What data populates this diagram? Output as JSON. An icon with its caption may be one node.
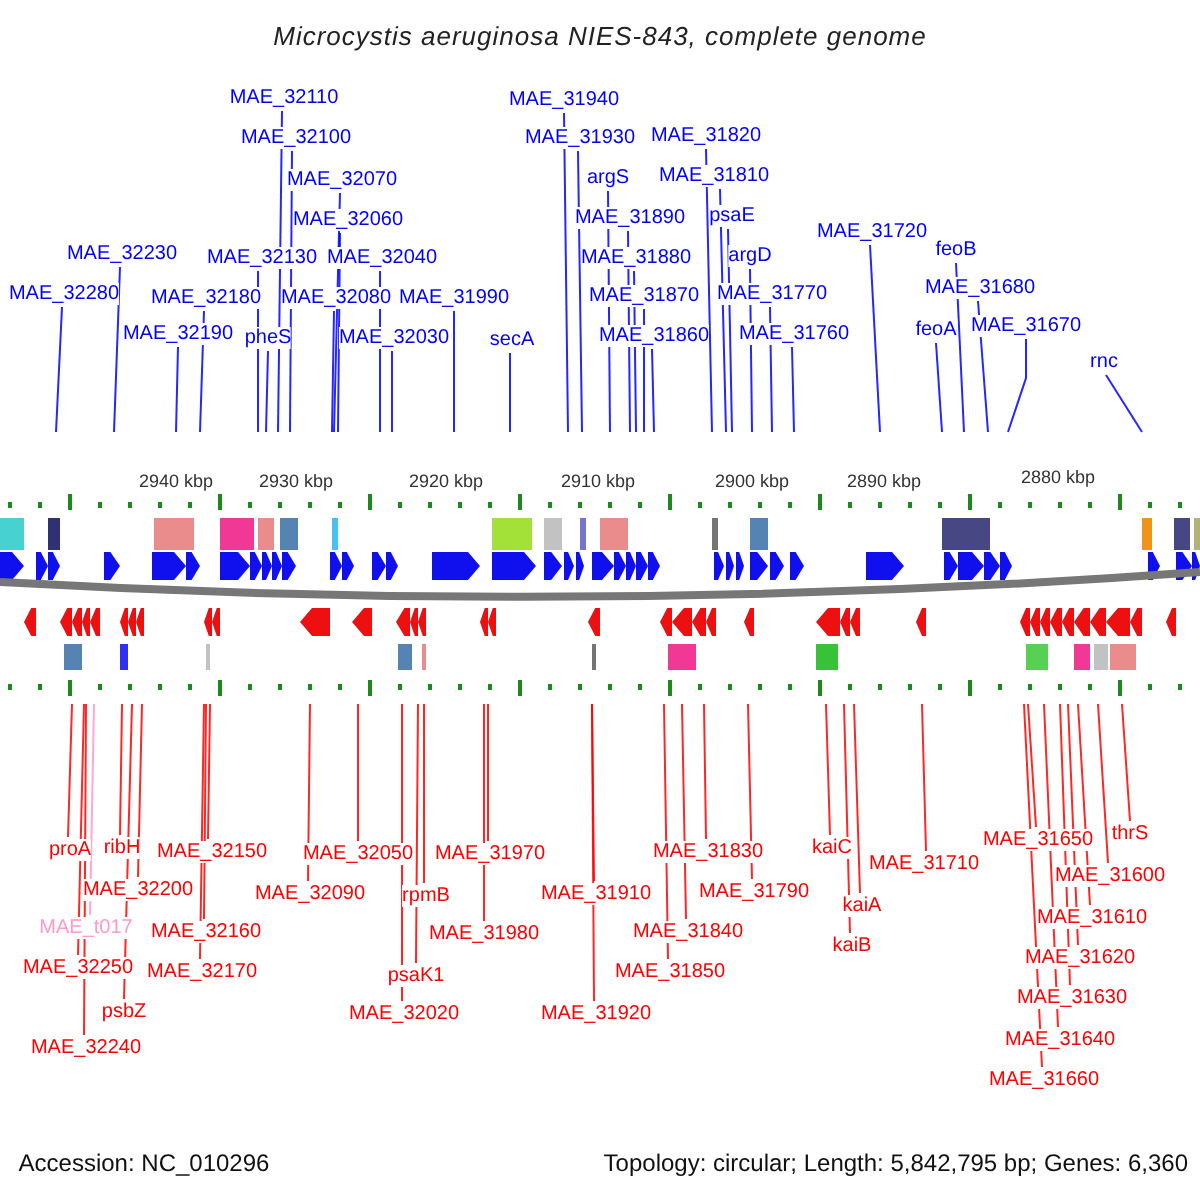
{
  "diagram": {
    "title": "Microcystis aeruginosa NIES-843, complete genome",
    "nodes": [
      {
        "text": [
          "MAE_32280"
        ]
      },
      {
        "text": [
          "MAE_32230"
        ]
      },
      {
        "text": [
          "MAE_32190"
        ]
      },
      {
        "text": [
          "MAE_32180"
        ]
      },
      {
        "text": [
          "MAE_32130"
        ]
      },
      {
        "text": [
          "pheS"
        ]
      },
      {
        "text": [
          "MAE_32110"
        ]
      },
      {
        "text": [
          "MAE_32100"
        ]
      },
      {
        "text": [
          "MAE_32070"
        ]
      },
      {
        "text": [
          "MAE_32060"
        ]
      },
      {
        "text": [
          "MAE_32080"
        ]
      },
      {
        "text": [
          "MAE_32040"
        ]
      },
      {
        "text": [
          "MAE_32030"
        ]
      },
      {
        "text": [
          "MAE_31990"
        ]
      },
      {
        "text": [
          "secA"
        ]
      },
      {
        "text": [
          "MAE_31940"
        ]
      },
      {
        "text": [
          "MAE_31930"
        ]
      },
      {
        "text": [
          "argS"
        ]
      },
      {
        "text": [
          "MAE_31890"
        ]
      },
      {
        "text": [
          "MAE_31880"
        ]
      },
      {
        "text": [
          "MAE_31870"
        ]
      },
      {
        "text": [
          "MAE_31860"
        ]
      },
      {
        "text": [
          "MAE_31820"
        ]
      },
      {
        "text": [
          "MAE_31810"
        ]
      },
      {
        "text": [
          "psaE"
        ]
      },
      {
        "text": [
          "argD"
        ]
      },
      {
        "text": [
          "MAE_31770"
        ]
      },
      {
        "text": [
          "MAE_31760"
        ]
      },
      {
        "text": [
          "MAE_31720"
        ]
      },
      {
        "text": [
          "feoB"
        ]
      },
      {
        "text": [
          "feoA"
        ]
      },
      {
        "text": [
          "MAE_31680"
        ]
      },
      {
        "text": [
          "MAE_31670"
        ]
      },
      {
        "text": [
          "rnc"
        ]
      },
      {
        "text": [
          "proA"
        ]
      },
      {
        "text": [
          "ribH"
        ]
      },
      {
        "text": [
          "MAE_32200"
        ]
      },
      {
        "text": [
          "MAE_t017"
        ]
      },
      {
        "text": [
          "MAE_32250"
        ]
      },
      {
        "text": [
          "psbZ"
        ]
      },
      {
        "text": [
          "MAE_32240"
        ]
      },
      {
        "text": [
          "MAE_32150"
        ]
      },
      {
        "text": [
          "MAE_32160"
        ]
      },
      {
        "text": [
          "MAE_32170"
        ]
      },
      {
        "text": [
          "MAE_32090"
        ]
      },
      {
        "text": [
          "MAE_32050"
        ]
      },
      {
        "text": [
          "rpmB"
        ]
      },
      {
        "text": [
          "psaK1"
        ]
      },
      {
        "text": [
          "MAE_32020"
        ]
      },
      {
        "text": [
          "MAE_31970"
        ]
      },
      {
        "text": [
          "MAE_31980"
        ]
      },
      {
        "text": [
          "MAE_31910"
        ]
      },
      {
        "text": [
          "MAE_31920"
        ]
      },
      {
        "text": [
          "MAE_31830"
        ]
      },
      {
        "text": [
          "MAE_31840"
        ]
      },
      {
        "text": [
          "MAE_31850"
        ]
      },
      {
        "text": [
          "MAE_31790"
        ]
      },
      {
        "text": [
          "kaiC"
        ]
      },
      {
        "text": [
          "kaiA"
        ]
      },
      {
        "text": [
          "kaiB"
        ]
      },
      {
        "text": [
          "MAE_31710"
        ]
      },
      {
        "text": [
          "MAE_31650"
        ]
      },
      {
        "text": [
          "thrS"
        ]
      },
      {
        "text": [
          "MAE_31600"
        ]
      },
      {
        "text": [
          "MAE_31610"
        ]
      },
      {
        "text": [
          "MAE_31620"
        ]
      },
      {
        "text": [
          "MAE_31630"
        ]
      },
      {
        "text": [
          "MAE_31640"
        ]
      },
      {
        "text": [
          "MAE_31660"
        ]
      }
    ],
    "edges": [
      {
        "from": 0,
        "to": null,
        "arrow": "none",
        "color": "#0000ff"
      },
      {
        "from": 1,
        "to": null,
        "arrow": "none",
        "color": "#0000ff"
      },
      {
        "from": 2,
        "to": null,
        "arrow": "none",
        "color": "#0000ff"
      },
      {
        "from": 3,
        "to": null,
        "arrow": "none",
        "color": "#0000ff"
      },
      {
        "from": 4,
        "to": null,
        "arrow": "none",
        "color": "#0000ff"
      },
      {
        "from": 5,
        "to": null,
        "arrow": "none",
        "color": "#0000ff"
      },
      {
        "from": 6,
        "to": null,
        "arrow": "none",
        "color": "#0000ff"
      },
      {
        "from": 7,
        "to": null,
        "arrow": "none",
        "color": "#0000ff"
      },
      {
        "from": 8,
        "to": null,
        "arrow": "none",
        "color": "#0000ff"
      },
      {
        "from": 9,
        "to": null,
        "arrow": "none",
        "color": "#0000ff"
      },
      {
        "from": 10,
        "to": null,
        "arrow": "none",
        "color": "#0000ff"
      },
      {
        "from": 11,
        "to": null,
        "arrow": "none",
        "color": "#0000ff"
      },
      {
        "from": 12,
        "to": null,
        "arrow": "none",
        "color": "#0000ff"
      },
      {
        "from": 13,
        "to": null,
        "arrow": "none",
        "color": "#0000ff"
      },
      {
        "from": 14,
        "to": null,
        "arrow": "none",
        "color": "#0000ff"
      },
      {
        "from": 15,
        "to": null,
        "arrow": "none",
        "color": "#0000ff"
      },
      {
        "from": 16,
        "to": null,
        "arrow": "none",
        "color": "#0000ff"
      },
      {
        "from": 17,
        "to": null,
        "arrow": "none",
        "color": "#0000ff"
      },
      {
        "from": 18,
        "to": null,
        "arrow": "none",
        "color": "#0000ff"
      },
      {
        "from": 19,
        "to": null,
        "arrow": "none",
        "color": "#0000ff"
      },
      {
        "from": 20,
        "to": null,
        "arrow": "none",
        "color": "#0000ff"
      },
      {
        "from": 21,
        "to": null,
        "arrow": "none",
        "color": "#0000ff"
      },
      {
        "from": 22,
        "to": null,
        "arrow": "none",
        "color": "#0000ff"
      },
      {
        "from": 23,
        "to": null,
        "arrow": "none",
        "color": "#0000ff"
      },
      {
        "from": 24,
        "to": null,
        "arrow": "none",
        "color": "#0000ff"
      },
      {
        "from": 25,
        "to": null,
        "arrow": "none",
        "color": "#0000ff"
      },
      {
        "from": 26,
        "to": null,
        "arrow": "none",
        "color": "#0000ff"
      },
      {
        "from": 27,
        "to": null,
        "arrow": "none",
        "color": "#0000ff"
      },
      {
        "from": 28,
        "to": null,
        "arrow": "none",
        "color": "#0000ff"
      },
      {
        "from": 29,
        "to": null,
        "arrow": "none",
        "color": "#0000ff"
      },
      {
        "from": 30,
        "to": null,
        "arrow": "none",
        "color": "#0000ff"
      },
      {
        "from": 31,
        "to": null,
        "arrow": "none",
        "color": "#0000ff"
      },
      {
        "from": 32,
        "to": null,
        "arrow": "none",
        "color": "#0000ff"
      },
      {
        "from": 33,
        "to": null,
        "arrow": "none",
        "color": "#0000ff"
      },
      {
        "from": 34,
        "to": null,
        "arrow": "none",
        "color": "#ff0000"
      },
      {
        "from": 35,
        "to": null,
        "arrow": "none",
        "color": "#ff0000"
      },
      {
        "from": 36,
        "to": null,
        "arrow": "none",
        "color": "#ff0000"
      },
      {
        "from": 37,
        "to": null,
        "arrow": "none",
        "color": "#ff99cc"
      },
      {
        "from": 38,
        "to": null,
        "arrow": "none",
        "color": "#ff0000"
      },
      {
        "from": 39,
        "to": null,
        "arrow": "none",
        "color": "#ff0000"
      },
      {
        "from": 40,
        "to": null,
        "arrow": "none",
        "color": "#ff0000"
      },
      {
        "from": 41,
        "to": null,
        "arrow": "none",
        "color": "#ff0000"
      },
      {
        "from": 42,
        "to": null,
        "arrow": "none",
        "color": "#ff0000"
      },
      {
        "from": 43,
        "to": null,
        "arrow": "none",
        "color": "#ff0000"
      },
      {
        "from": 44,
        "to": null,
        "arrow": "none",
        "color": "#ff0000"
      },
      {
        "from": 45,
        "to": null,
        "arrow": "none",
        "color": "#ff0000"
      },
      {
        "from": 46,
        "to": null,
        "arrow": "none",
        "color": "#ff0000"
      },
      {
        "from": 47,
        "to": null,
        "arrow": "none",
        "color": "#ff0000"
      },
      {
        "from": 48,
        "to": null,
        "arrow": "none",
        "color": "#ff0000"
      },
      {
        "from": 49,
        "to": null,
        "arrow": "none",
        "color": "#ff0000"
      },
      {
        "from": 50,
        "to": null,
        "arrow": "none",
        "color": "#ff0000"
      },
      {
        "from": 51,
        "to": null,
        "arrow": "none",
        "color": "#ff0000"
      },
      {
        "from": 52,
        "to": null,
        "arrow": "none",
        "color": "#ff0000"
      },
      {
        "from": 53,
        "to": null,
        "arrow": "none",
        "color": "#ff0000"
      },
      {
        "from": 54,
        "to": null,
        "arrow": "none",
        "color": "#ff0000"
      },
      {
        "from": 55,
        "to": null,
        "arrow": "none",
        "color": "#ff0000"
      },
      {
        "from": 56,
        "to": null,
        "arrow": "none",
        "color": "#ff0000"
      },
      {
        "from": 57,
        "to": null,
        "arrow": "none",
        "color": "#ff0000"
      },
      {
        "from": 58,
        "to": null,
        "arrow": "none",
        "color": "#ff0000"
      },
      {
        "from": 59,
        "to": null,
        "arrow": "none",
        "color": "#ff0000"
      },
      {
        "from": 60,
        "to": null,
        "arrow": "none",
        "color": "#ff0000"
      },
      {
        "from": 61,
        "to": null,
        "arrow": "none",
        "color": "#ff0000"
      },
      {
        "from": 62,
        "to": null,
        "arrow": "none",
        "color": "#ff0000"
      },
      {
        "from": 63,
        "to": null,
        "arrow": "none",
        "color": "#ff0000"
      },
      {
        "from": 64,
        "to": null,
        "arrow": "none",
        "color": "#ff0000"
      },
      {
        "from": 65,
        "to": null,
        "arrow": "none",
        "color": "#ff0000"
      },
      {
        "from": 66,
        "to": null,
        "arrow": "none",
        "color": "#ff0000"
      },
      {
        "from": 67,
        "to": null,
        "arrow": "none",
        "color": "#ff0000"
      },
      {
        "from": 68,
        "to": null,
        "arrow": "none",
        "color": "#ff0000"
      }
    ],
    "labels": [
      "2940 kbp",
      "2930 kbp",
      "2920 kbp",
      "2910 kbp",
      "2900 kbp",
      "2890 kbp",
      "2880 kbp",
      "Accession: NC_010296",
      "Topology: circular; Length: 5,842,795 bp; Genes: 6,360"
    ]
  }
}
